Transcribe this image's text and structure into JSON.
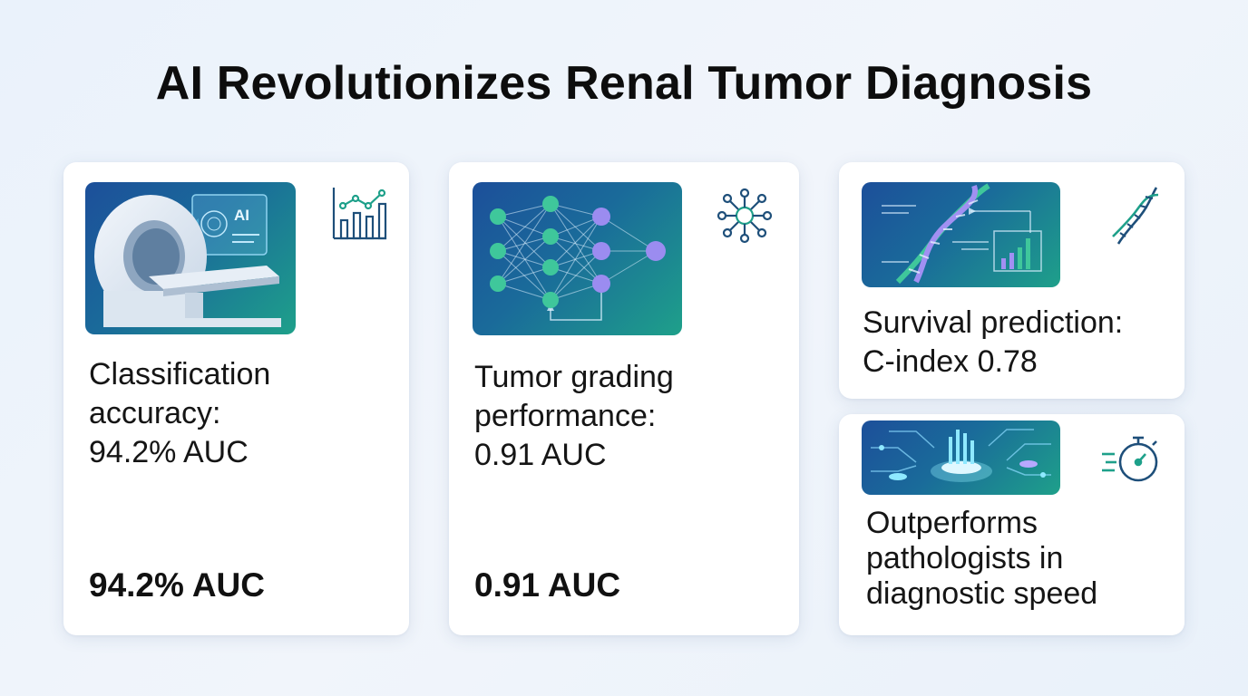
{
  "title": "AI Revolutionizes Renal Tumor Diagnosis",
  "colors": {
    "background": "#eef4fb",
    "card": "#ffffff",
    "accent_blue": "#1c4f9a",
    "accent_teal": "#1ea08a",
    "icon_stroke": "#1e4f7a"
  },
  "cards": [
    {
      "illustration_text": "AI",
      "icon": "line-chart-icon",
      "stat_lines": [
        "Classification",
        "accuracy:",
        "94.2% AUC"
      ],
      "highlight": "94.2% AUC"
    },
    {
      "icon": "network-icon",
      "stat_lines": [
        "Tumor grading",
        "performance:",
        "0.91 AUC"
      ],
      "highlight": "0.91 AUC"
    },
    {
      "icon": "dna-icon",
      "stat_lines": [
        "Survival prediction:",
        "C-index 0.78"
      ]
    },
    {
      "icon": "stopwatch-icon",
      "stat_lines": [
        "Outperforms",
        "pathologists in",
        "diagnostic speed"
      ]
    }
  ]
}
